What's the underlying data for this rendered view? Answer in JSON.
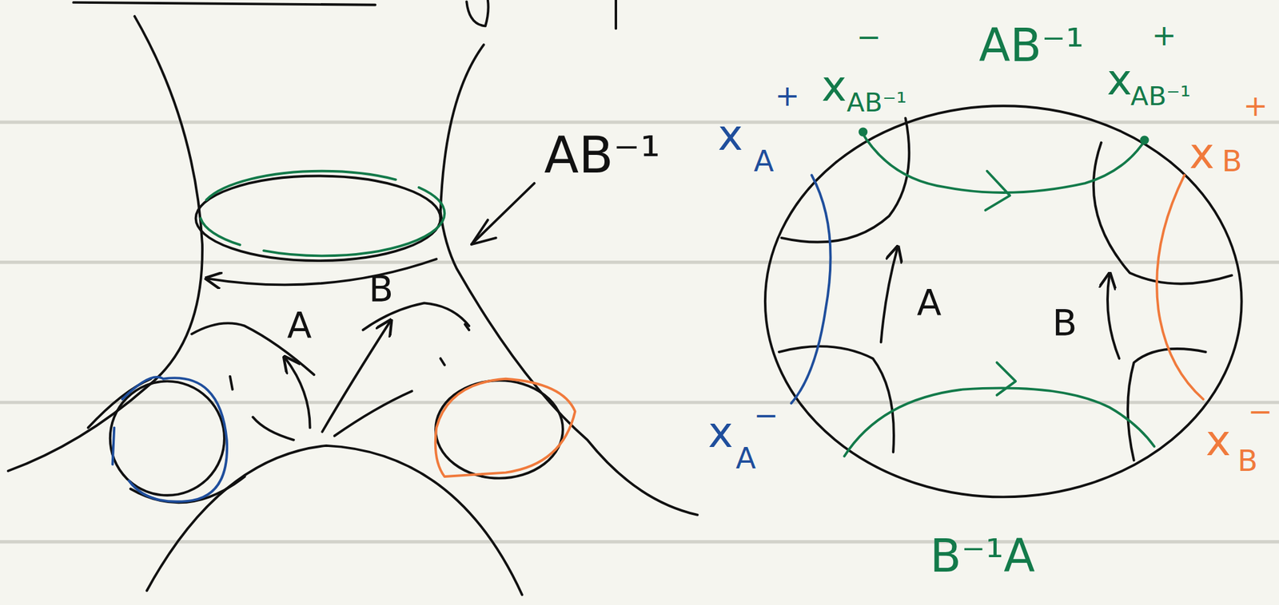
{
  "diagram": {
    "labels": [
      "AB⁻¹",
      "A",
      "B",
      "x",
      "A",
      "+",
      "x",
      "AB⁻¹",
      "−",
      "AB⁻¹",
      "x",
      "AB⁻¹",
      "+",
      "x",
      "B",
      "+",
      "A",
      "B",
      "x",
      "A",
      "−",
      "x",
      "B",
      "−",
      "B⁻¹A"
    ]
  }
}
